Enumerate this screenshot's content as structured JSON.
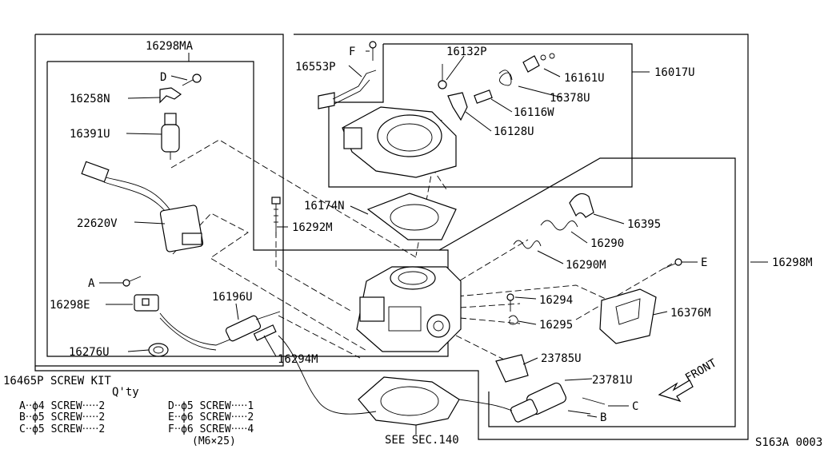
{
  "parts": {
    "p16298MA": "16298MA",
    "p16258N": "16258N",
    "p16391U": "16391U",
    "p22620V": "22620V",
    "p16298E": "16298E",
    "p16276U": "16276U",
    "p16196U": "16196U",
    "p16294M": "16294M",
    "p16292M": "16292M",
    "p16174N": "16174N",
    "p16553P": "16553P",
    "p16132P": "16132P",
    "p16161U": "16161U",
    "p16017U": "16017U",
    "p16378U": "16378U",
    "p16116W": "16116W",
    "p16128U": "16128U",
    "p16395": "16395",
    "p16290": "16290",
    "p16290M": "16290M",
    "p16298M": "16298M",
    "p16294": "16294",
    "p16295": "16295",
    "p16376M": "16376M",
    "p23785U": "23785U",
    "p23781U": "23781U"
  },
  "letters": {
    "A": "A",
    "B": "B",
    "C": "C",
    "D": "D",
    "E": "E",
    "F": "F"
  },
  "screw_kit": {
    "title": "16465P SCREW KIT",
    "qty_header": "Q'ty",
    "left_items": [
      "A‧‧ϕ4 SCREW‧‧‧‧‧2",
      "B‧‧ϕ5 SCREW‧‧‧‧‧2",
      "C‧‧ϕ5 SCREW‧‧‧‧‧2"
    ],
    "right_items": [
      "D‧‧ϕ5 SCREW‧‧‧‧‧1",
      "E‧‧ϕ6 SCREW‧‧‧‧‧2",
      "F‧‧ϕ6 SCREW‧‧‧‧‧4"
    ],
    "f_size": "(M6×25)"
  },
  "see_sec": "SEE SEC.140",
  "front_label": "FRONT",
  "drawing_code": "S163A 0003"
}
